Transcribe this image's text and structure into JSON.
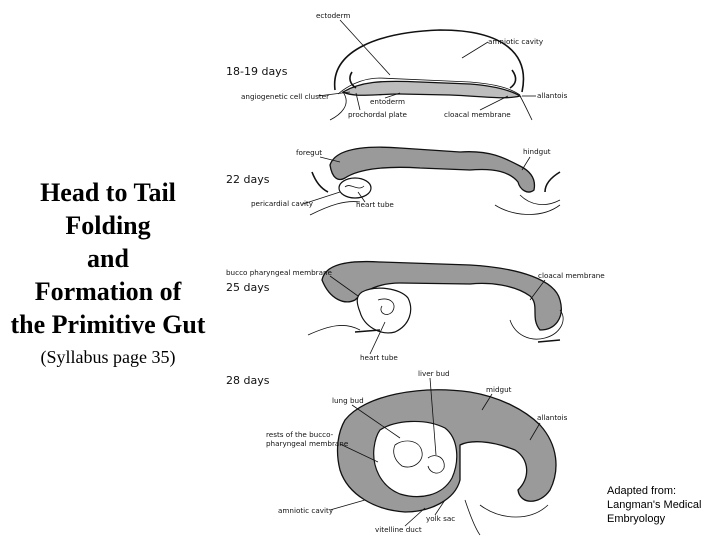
{
  "title_lines": [
    "Head to Tail",
    "Folding",
    "and",
    "Formation of",
    "the Primitive Gut"
  ],
  "subtitle": "(Syllabus page 35)",
  "credit_lines": [
    "Adapted from:",
    "Langman's Medical",
    "Embryology"
  ],
  "stages": [
    {
      "day": "18-19 days",
      "labels": {
        "ectoderm": "ectoderm",
        "amniotic_cavity": "amniotic cavity",
        "angiogenetic": "angiogenetic cell cluster",
        "entoderm": "entoderm",
        "allantois": "allantois",
        "prochordal": "prochordal plate",
        "cloacal": "cloacal membrane"
      }
    },
    {
      "day": "22 days",
      "labels": {
        "foregut": "foregut",
        "hindgut": "hindgut",
        "pericardial": "pericardial cavity",
        "heart_tube": "heart tube"
      }
    },
    {
      "day": "25 days",
      "labels": {
        "bucco": "bucco pharyngeal membrane",
        "cloacal": "cloacal membrane",
        "heart_tube": "heart tube"
      }
    },
    {
      "day": "28 days",
      "labels": {
        "liver_bud": "liver bud",
        "midgut": "midgut",
        "lung_bud": "lung bud",
        "allantois": "allantois",
        "rests1": "rests of the bucco-",
        "rests2": "pharyngeal membrane",
        "amniotic": "amniotic cavity",
        "yolk_sac": "yolk sac",
        "vitelline": "vitelline duct"
      }
    }
  ]
}
